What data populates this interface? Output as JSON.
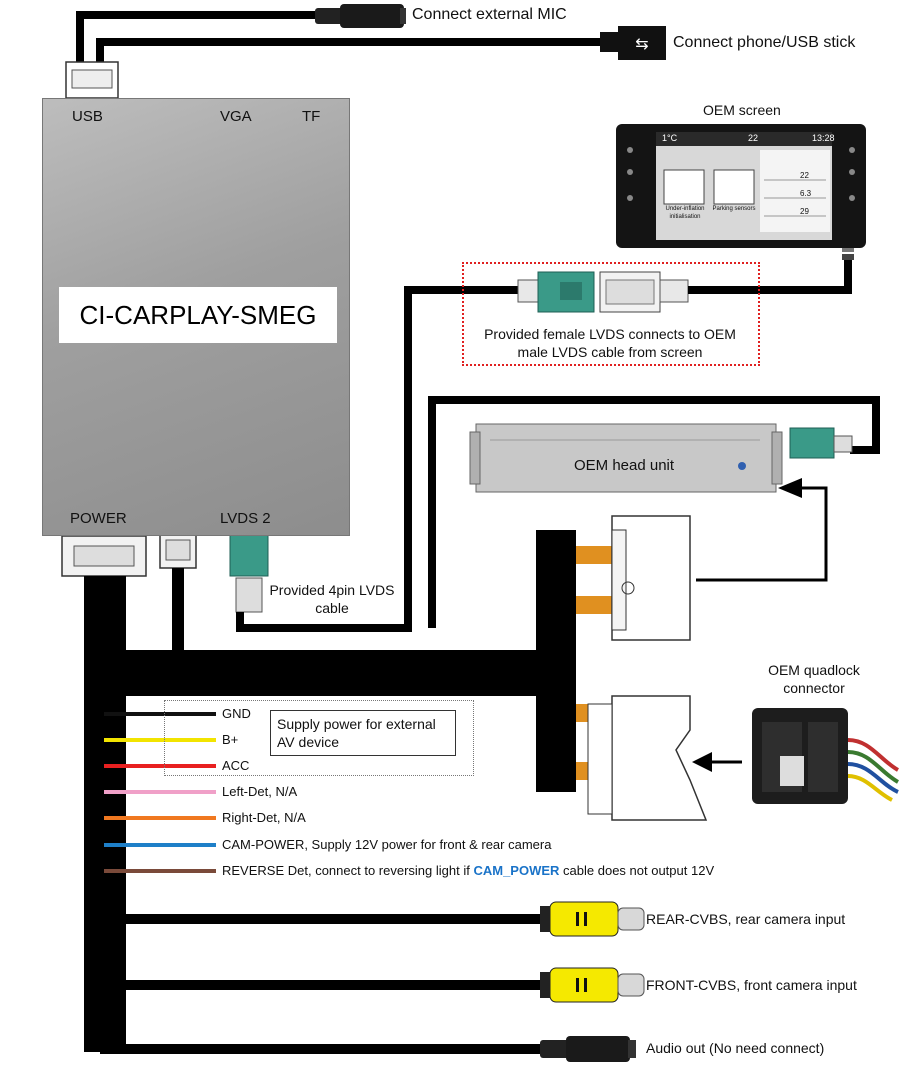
{
  "top": {
    "mic_label": "Connect external MIC",
    "usb_label": "Connect phone/USB stick"
  },
  "device": {
    "name": "CI-CARPLAY-SMEG",
    "ports_top": [
      "USB",
      "VGA",
      "TF"
    ],
    "ports_bottom": [
      "POWER",
      "LVDS 2"
    ]
  },
  "oem_screen": {
    "title": "OEM screen",
    "status_temp": "1°C",
    "status_date": "22",
    "status_time": "13:28",
    "left_tile": "Under-inflation initialisation",
    "right_tile": "Parking sensors",
    "values": [
      "22",
      "6.3",
      "29"
    ]
  },
  "lvds": {
    "note": "Provided female LVDS connects to OEM male LVDS cable from screen",
    "cable_label": "Provided 4pin LVDS cable"
  },
  "head_unit": {
    "label": "OEM head unit"
  },
  "quadlock": {
    "label": "OEM quadlock connector"
  },
  "supply_note": "Supply power for external AV device",
  "wires": [
    {
      "label": "GND",
      "color": "#111111"
    },
    {
      "label": "B+",
      "color": "#f2e400"
    },
    {
      "label": "ACC",
      "color": "#e82020"
    },
    {
      "label": "Left-Det, N/A",
      "color": "#f0a0c8"
    },
    {
      "label": "Right-Det, N/A",
      "color": "#f07820"
    },
    {
      "label": "CAM-POWER, Supply 12V power for front & rear camera",
      "color": "#1e7fc8"
    },
    {
      "label": "REVERSE Det, connect to reversing light if",
      "highlight": "CAM_POWER",
      "suffix": "cable does not output 12V",
      "color": "#7a4a3a"
    }
  ],
  "outputs": {
    "rear": "REAR-CVBS, rear camera input",
    "front": "FRONT-CVBS, front camera input",
    "audio": "Audio out (No need connect)"
  },
  "colors": {
    "cable": "#000000",
    "rca_yellow": "#f5e900",
    "highlight_blue": "#1a73c8",
    "lvds_teal": "#3a9a88"
  },
  "icons": [
    "mic-jack-icon",
    "usb-icon",
    "rca-connector-icon",
    "arrow-icon"
  ]
}
